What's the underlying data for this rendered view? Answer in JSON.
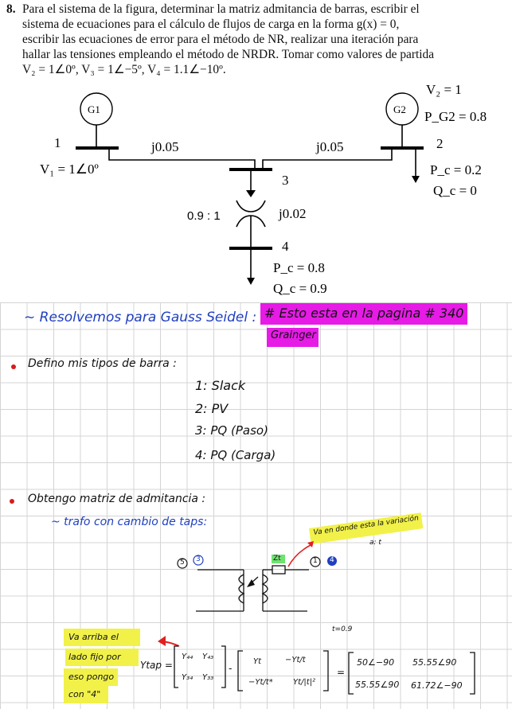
{
  "problem": {
    "number": "8.",
    "line1": "Para el sistema de la figura, determinar la matriz admitancia de barras, escribir el",
    "line2": "sistema de ecuaciones para el cálculo de flujos de carga en la forma g(x) = 0,",
    "line3": "escribir las ecuaciones de error para el método de NR, realizar una iteración para",
    "line4": "hallar las tensiones empleando el método de NRDR. Tomar como valores de partida",
    "line5": "V₂ = 1∠0º, V₃ = 1∠−5º, V₄ = 1.1∠−10º."
  },
  "diagram": {
    "g1": "G1",
    "g2": "G2",
    "bus1": "1",
    "bus2": "2",
    "bus3": "3",
    "bus4": "4",
    "v1": "V₁ = 1∠0º",
    "v2": "V₂ = 1",
    "pg2": "P_G2 = 0.8",
    "line12": "j0.05",
    "line23": "j0.05",
    "pc2": "P_c = 0.2",
    "qc2": "Q_c = 0",
    "ratio": "0.9 : 1",
    "xtrafo": "j0.02",
    "pc4": "P_c = 0.8",
    "qc4": "Q_c = 0.9"
  },
  "notes": {
    "heading": "~ Resolvemos para Gauss Seidel :",
    "page_ref": "# Esto esta en la pagina # 340",
    "author": "Grainger",
    "bus_types_title": "Defino mis tipos de barra :",
    "bus_types": [
      "1: Slack",
      "2: PV",
      "3: PQ (Paso)",
      "4: PQ (Carga)"
    ],
    "admittance_title": "Obtengo matriz de admitancia :",
    "trafo_title": "~ trafo con cambio de taps:",
    "arrow_note": "Va en donde esta la variación",
    "tap_value": "a: t",
    "terminal_left_a": "5",
    "terminal_left_b": "3",
    "terminal_right_a": "1",
    "terminal_right_b": "4",
    "zt": "Zt",
    "t_value": "t=0.9",
    "yellow_note": [
      "Va arriba el",
      "lado fijo por",
      "eso pongo",
      "con \"4\""
    ],
    "ytap": "Ytap =",
    "m1": [
      "Y₄₄",
      "Y₄₃",
      "Y₃₄",
      "Y₃₃"
    ],
    "m2": [
      "Yt",
      "−Yt/t",
      "−Yt/t*",
      "Yt/|t|²"
    ],
    "m3": [
      "50∠−90",
      "55.55∠90",
      "55.55∠90",
      "61.72∠−90"
    ]
  }
}
